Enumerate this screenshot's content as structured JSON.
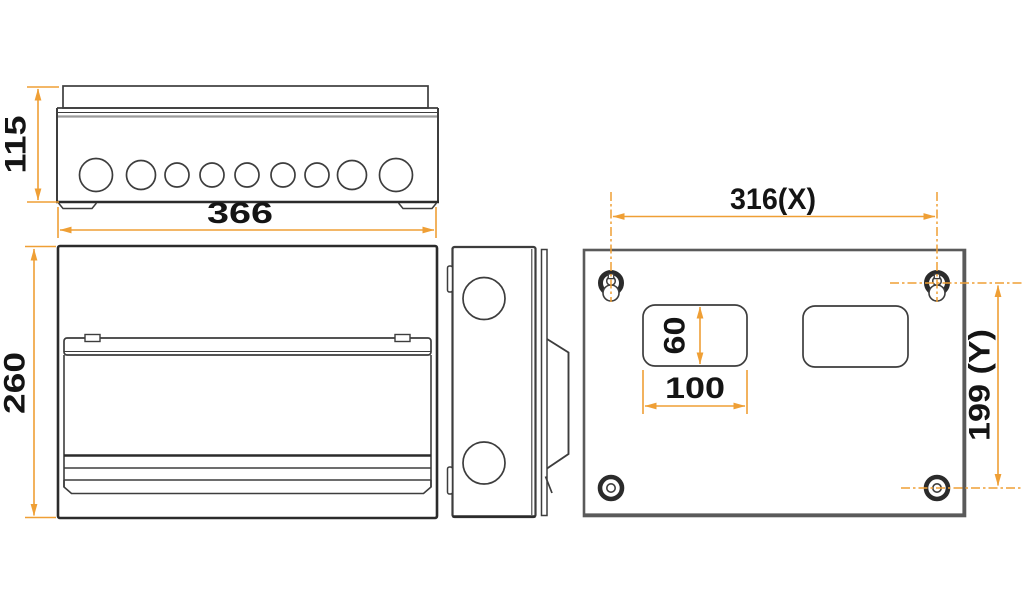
{
  "drawing": {
    "kind": "technical-dimension-drawing",
    "subject": "wall-mounted enclosure (consumer unit) shown in top, front, side and rear views"
  },
  "dimensions": {
    "top_view_height": "115",
    "top_view_width": "366",
    "front_view_height": "260",
    "mounting_hole_spacing_x": "316(X)",
    "mounting_hole_spacing_y": "199 (Y)",
    "rear_cutout_height": "60",
    "rear_cutout_width": "100"
  },
  "features": {
    "top_view_knockouts": 9,
    "side_view_knockouts": 2,
    "rear_keyhole_slots": 2,
    "rear_screw_holes": 2,
    "rear_cable_cutouts": 2
  },
  "colors": {
    "accent": "#EF9F35",
    "line": "#3D3D3D",
    "line_heavy": "#2B2B2B",
    "back_panel_edge": "#5A5A5A",
    "text": "#141414",
    "background": "#FFFFFF"
  }
}
